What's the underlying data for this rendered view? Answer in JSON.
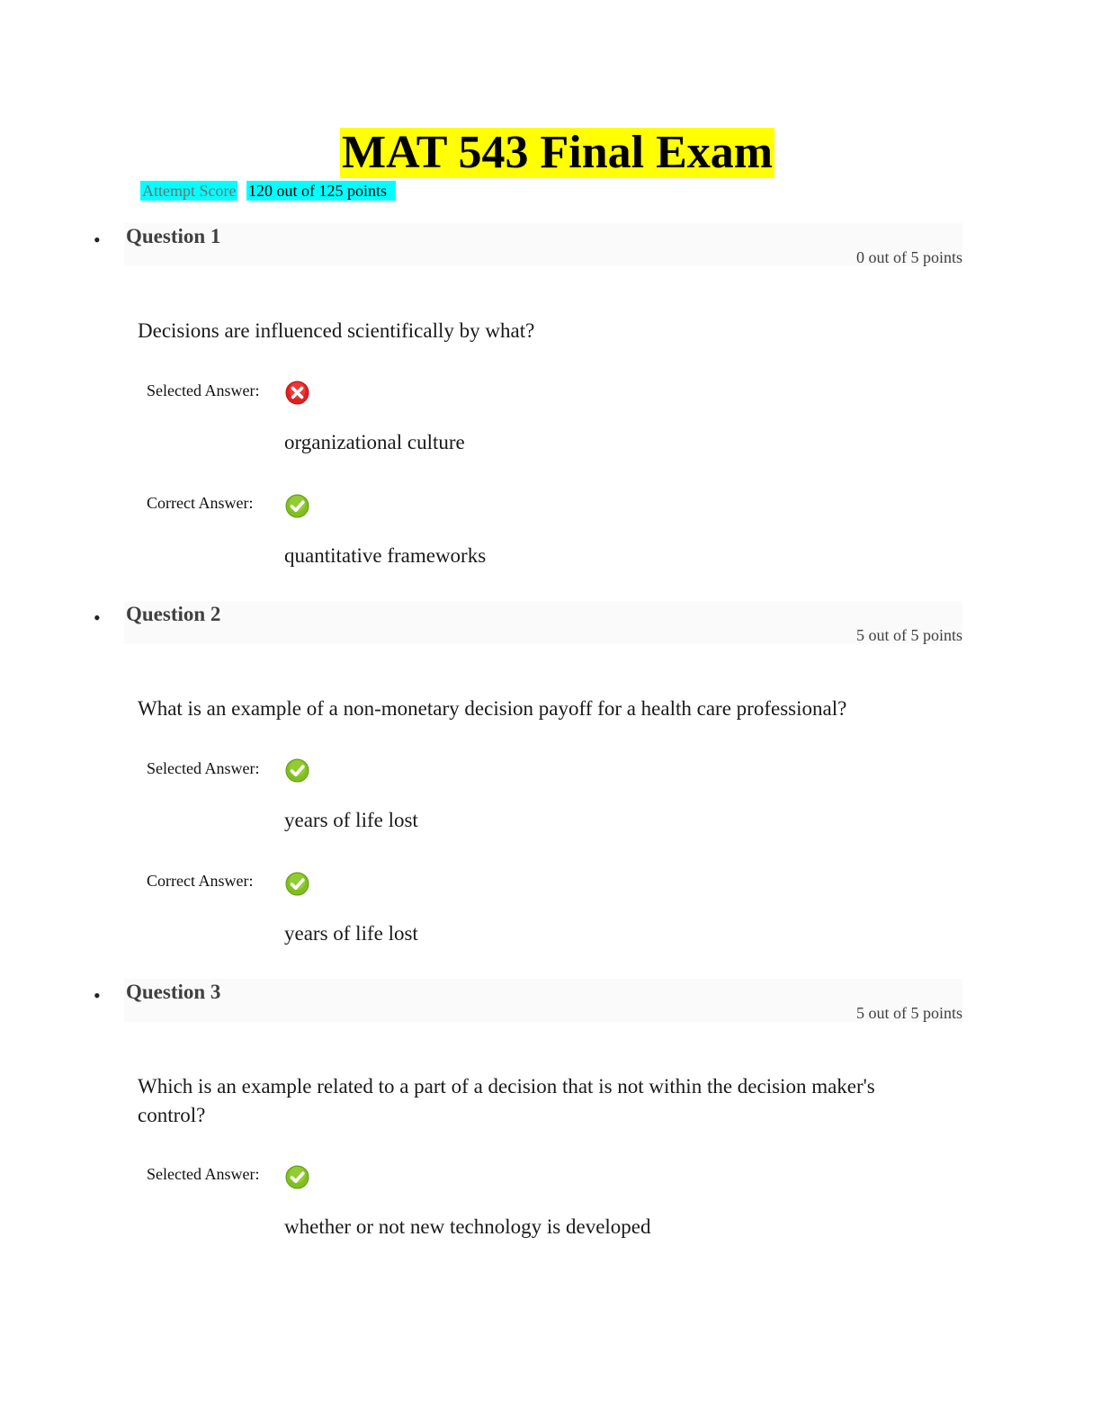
{
  "header": {
    "title": "MAT 543 Final Exam",
    "attempt_score_label": "Attempt Score",
    "attempt_score_value": "120 out of 125 points"
  },
  "questions": [
    {
      "title": "Question 1",
      "points": "0 out of 5 points",
      "text": "Decisions are influenced scientifically by what?",
      "selected_label": "Selected Answer:",
      "selected_icon": "incorrect-icon",
      "selected_answer": "organizational culture",
      "correct_label": "Correct Answer:",
      "correct_icon": "correct-icon",
      "correct_answer": "quantitative frameworks"
    },
    {
      "title": "Question 2",
      "points": "5 out of 5 points",
      "text": "What is an example of a non-monetary decision payoff for a health care professional?",
      "selected_label": "Selected Answer:",
      "selected_icon": "correct-icon",
      "selected_answer": "years of life lost",
      "correct_label": "Correct Answer:",
      "correct_icon": "correct-icon",
      "correct_answer": "years of life lost"
    },
    {
      "title": "Question 3",
      "points": "5 out of 5 points",
      "text": "Which is an example related to a part of a decision that is not within the decision maker's control?",
      "selected_label": "Selected Answer:",
      "selected_icon": "correct-icon",
      "selected_answer": "whether or not new technology is developed"
    }
  ],
  "colors": {
    "title_highlight": "#ffff00",
    "score_highlight": "#00ffff",
    "correct": "#7fbf1f",
    "incorrect": "#e02020"
  }
}
